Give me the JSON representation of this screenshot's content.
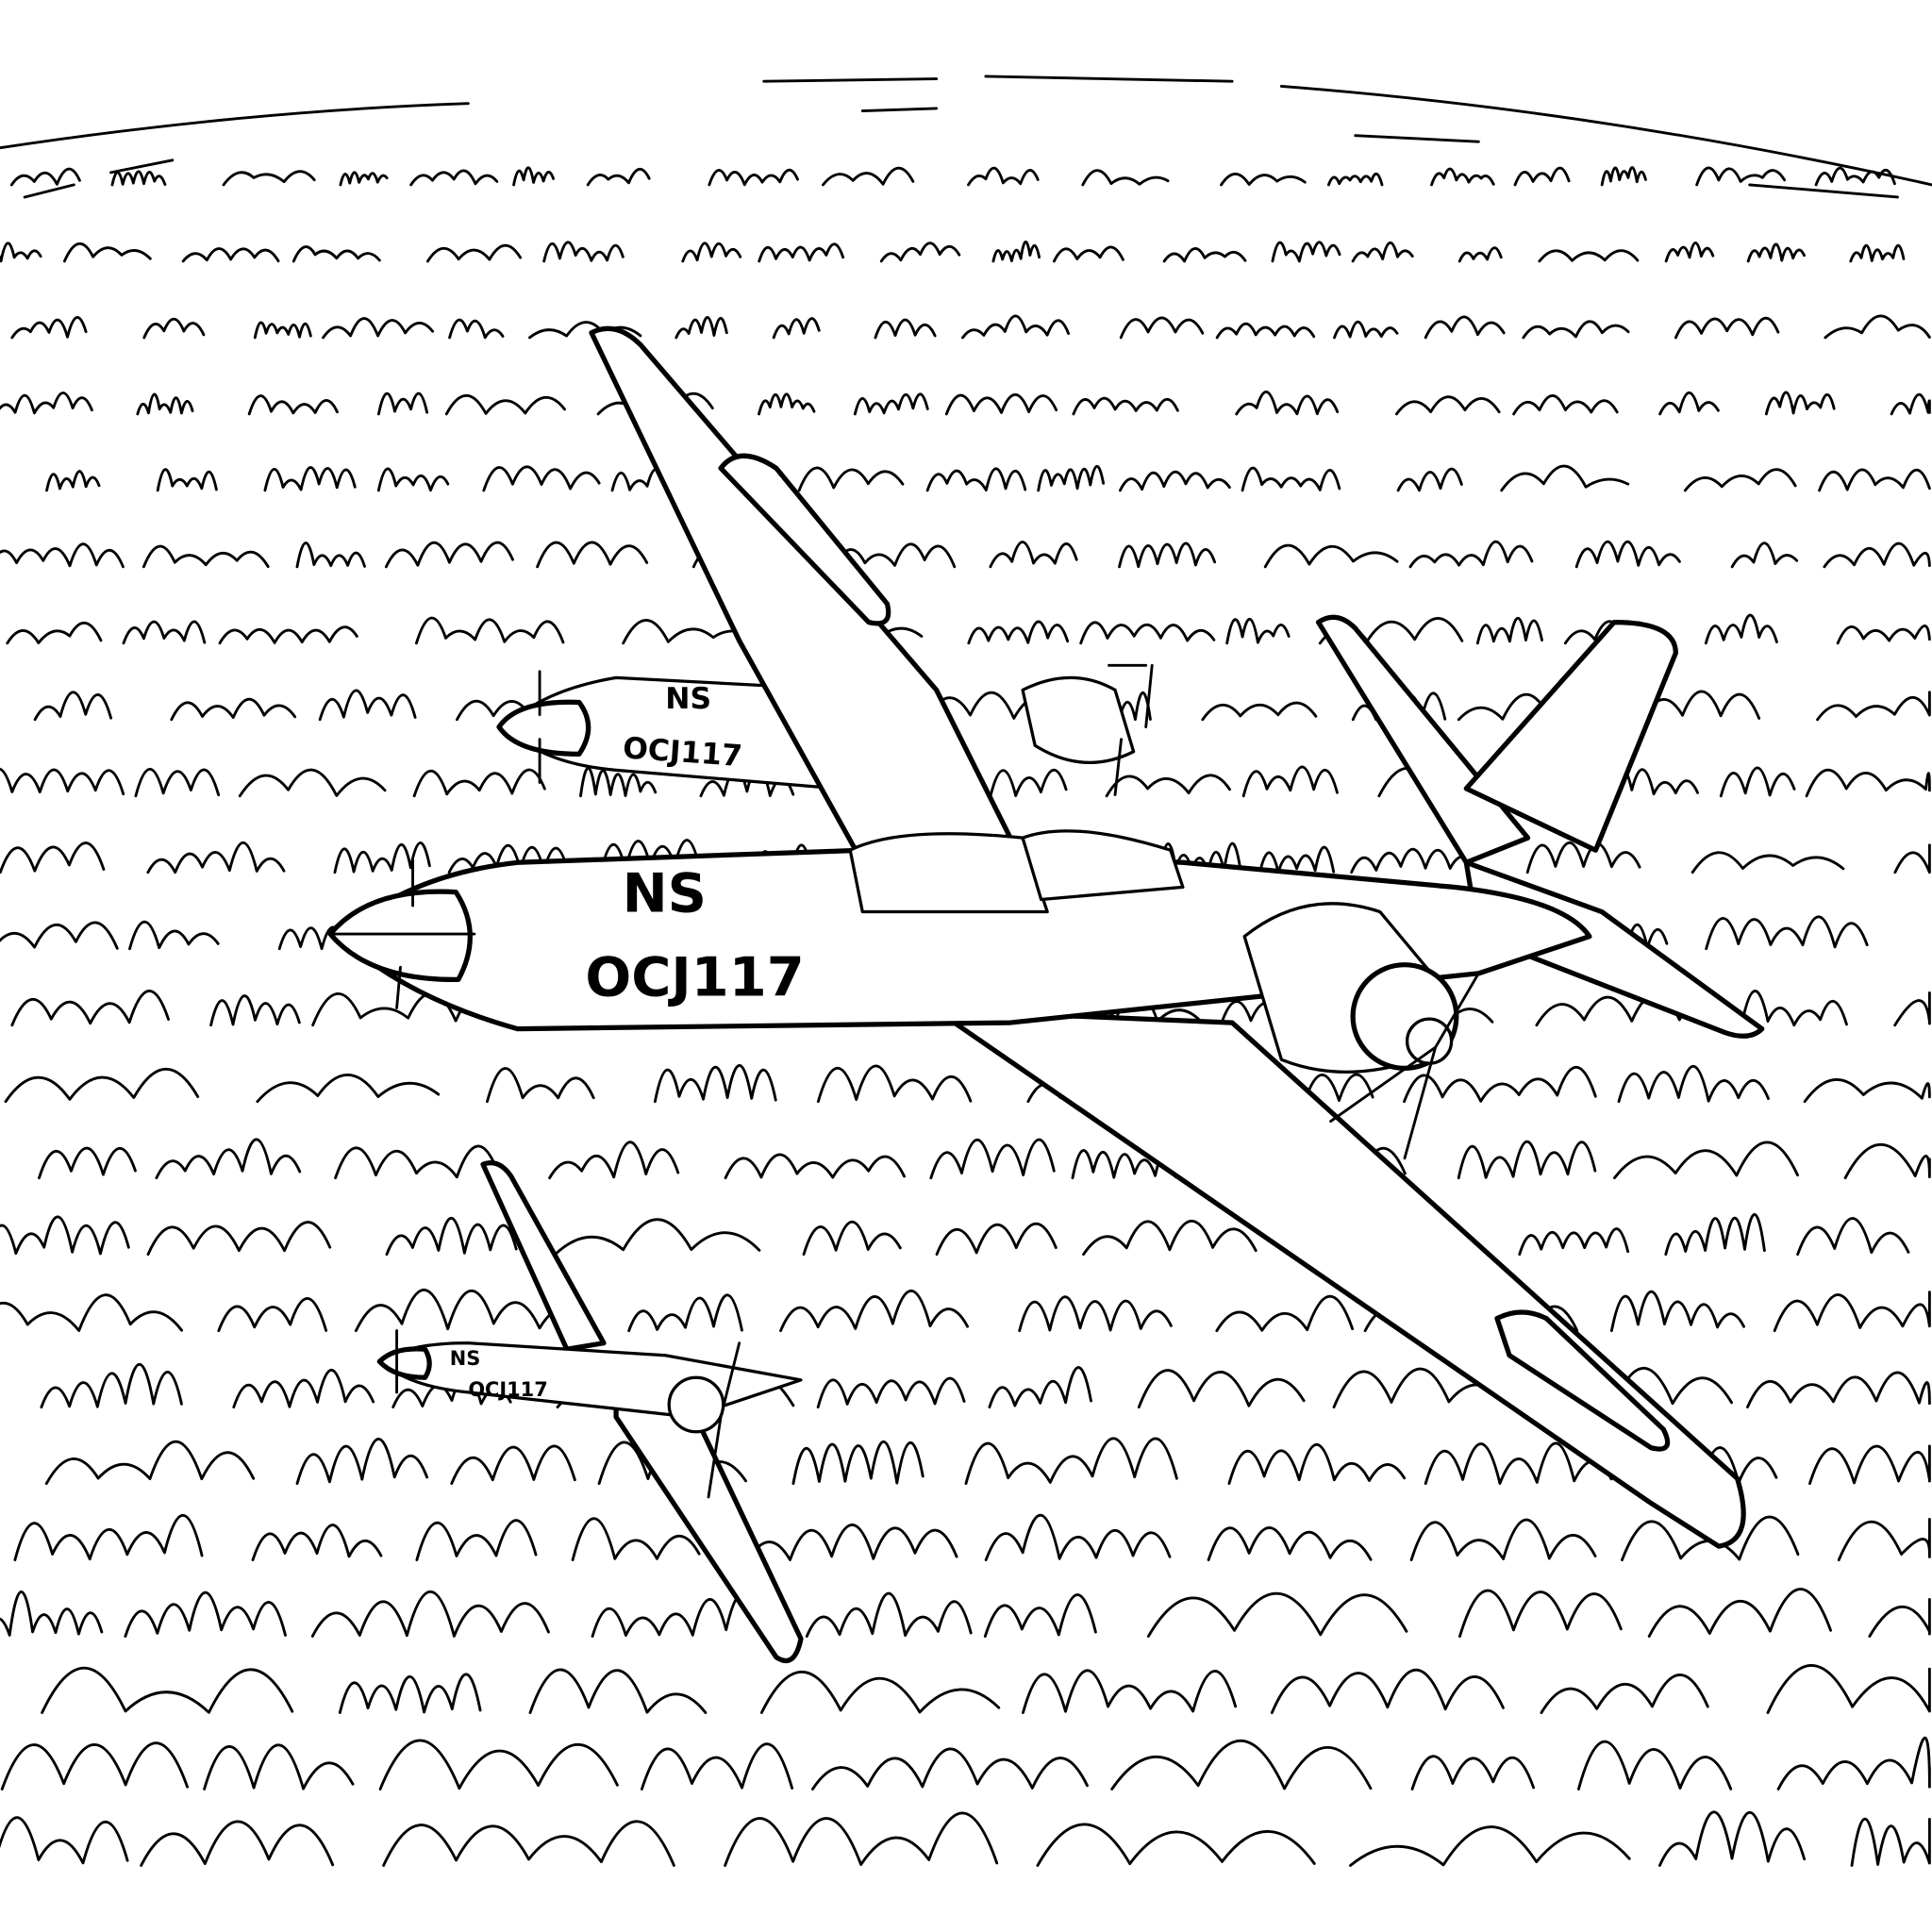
{
  "illustration": {
    "style": "black line-art coloring page",
    "colors": {
      "ink": "#000000",
      "paper": "#ffffff"
    },
    "aircraft": [
      {
        "role": "lead",
        "code": "NS",
        "serial": "OCJ117"
      },
      {
        "role": "wingman-left",
        "code": "NS",
        "serial": "OCJ117"
      },
      {
        "role": "wingman-low",
        "code": "NS",
        "serial": "OCJ117"
      }
    ]
  }
}
